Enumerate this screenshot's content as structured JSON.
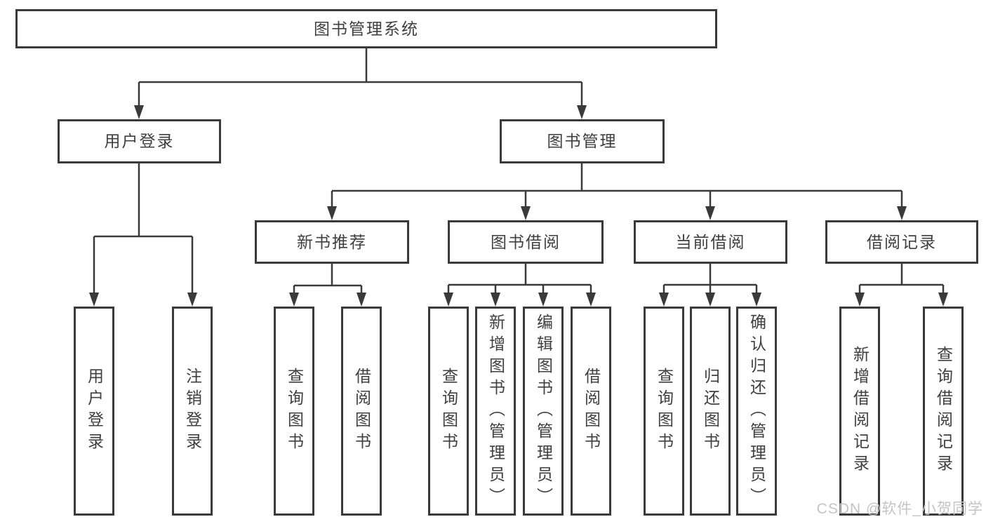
{
  "tree": {
    "label": "图书管理系统",
    "children": [
      {
        "label": "用户登录",
        "children": [
          {
            "label": "用户登录"
          },
          {
            "label": "注销登录"
          }
        ]
      },
      {
        "label": "图书管理",
        "children": [
          {
            "label": "新书推荐",
            "children": [
              {
                "label": "查询图书"
              },
              {
                "label": "借阅图书"
              }
            ]
          },
          {
            "label": "图书借阅",
            "children": [
              {
                "label": "查询图书"
              },
              {
                "label": "新增图书（管理员）"
              },
              {
                "label": "编辑图书（管理员）"
              },
              {
                "label": "借阅图书"
              }
            ]
          },
          {
            "label": "当前借阅",
            "children": [
              {
                "label": "查询图书"
              },
              {
                "label": "归还图书"
              },
              {
                "label": "确认归还（管理员）"
              }
            ]
          },
          {
            "label": "借阅记录",
            "children": [
              {
                "label": "新增借阅记录"
              },
              {
                "label": "查询借阅记录"
              }
            ]
          }
        ]
      }
    ]
  },
  "watermark": {
    "text": "CSDN @软件_小贺同学"
  },
  "colors": {
    "line": "#3a3a3a",
    "text": "#3f3f3f",
    "background": "#ffffff",
    "watermark": "#c4c4c4"
  }
}
